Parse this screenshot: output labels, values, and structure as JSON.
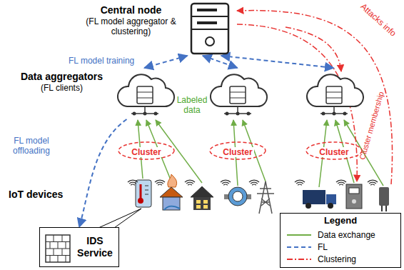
{
  "diagram": {
    "nodes": [
      {
        "text": [
          "Central node",
          "(FL model aggregator & clustering)"
        ]
      },
      {
        "text": [
          "Data aggregators",
          "(FL clients)"
        ]
      },
      {
        "text": []
      },
      {
        "text": []
      },
      {
        "text": [
          "Cluster"
        ]
      },
      {
        "text": [
          "Cluster"
        ]
      },
      {
        "text": [
          "Cluster"
        ]
      },
      {
        "text": [
          "IDS Service"
        ]
      }
    ],
    "edges": [
      {
        "from": 0,
        "to": 1,
        "arrow": "both"
      },
      {
        "from": 0,
        "to": 2,
        "arrow": "both"
      },
      {
        "from": 0,
        "to": 3,
        "arrow": "both"
      },
      {
        "from": 1,
        "to": 7,
        "arrow": "to"
      }
    ],
    "labels": [
      "FL model training",
      "FL model offloading",
      "Labeled data",
      "IoT devices",
      "Legend",
      "Attacks info",
      "Cluster membership"
    ],
    "legend": [
      {
        "text": "Data exchange"
      },
      {
        "text": "FL"
      },
      {
        "text": "Clustering"
      }
    ]
  }
}
